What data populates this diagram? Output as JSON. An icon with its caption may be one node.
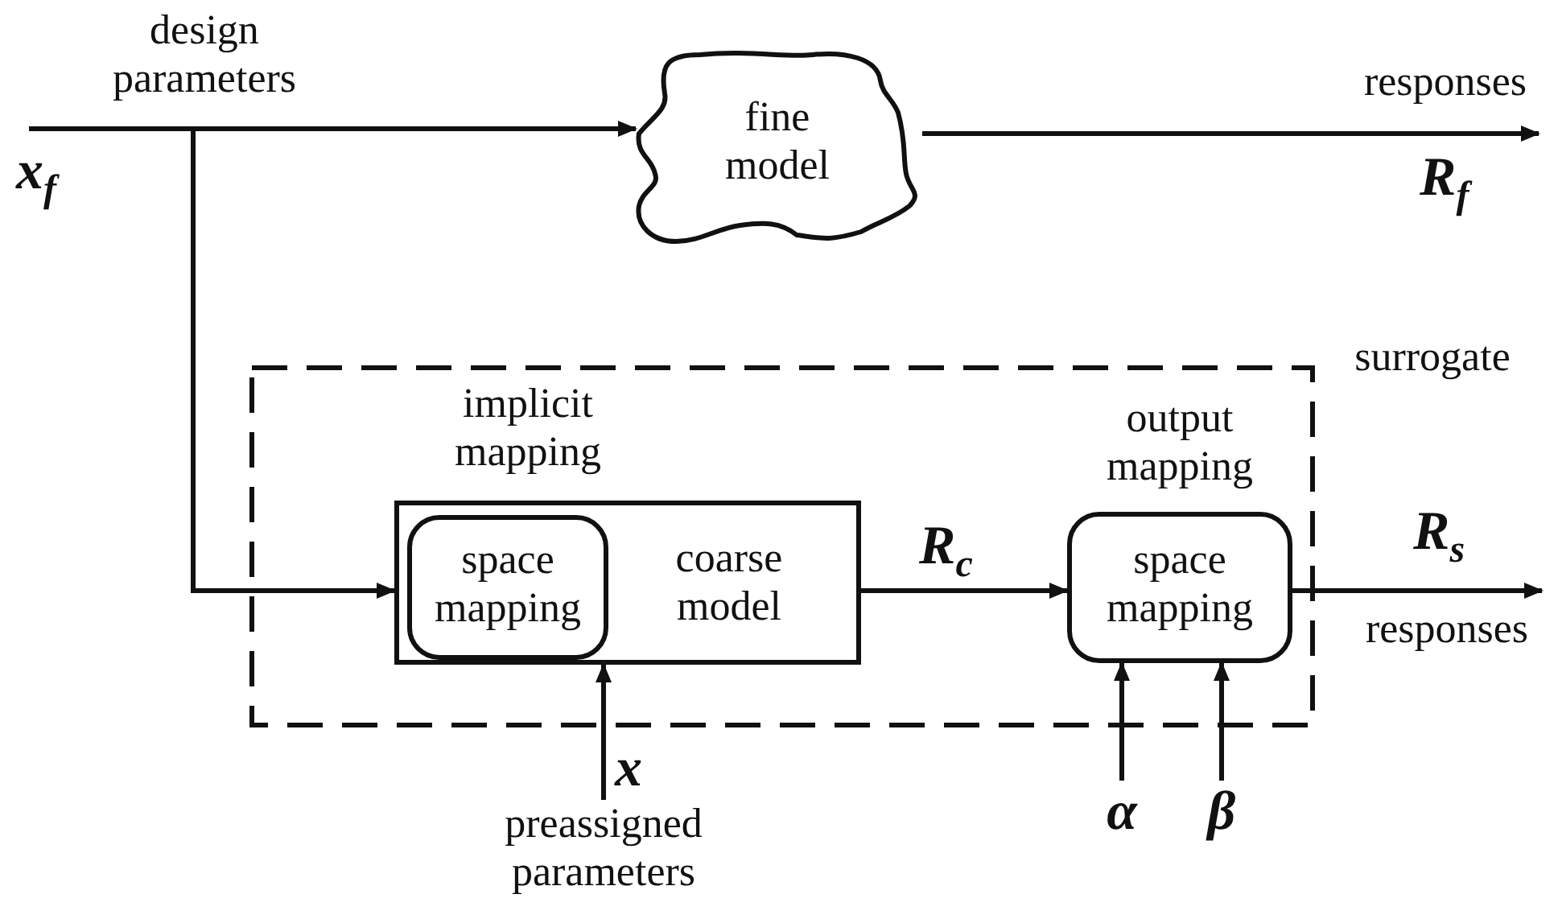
{
  "diagram": {
    "nodes": [
      {
        "text": [
          "fine model"
        ]
      },
      {
        "text": [
          "surrogate"
        ]
      },
      {
        "text": [
          "implicit mapping",
          "coarse model"
        ],
        "in": 1
      },
      {
        "text": [
          "space mapping"
        ],
        "in": 2
      },
      {
        "text": [
          "output mapping",
          "space mapping"
        ],
        "in": 1
      },
      {
        "text": [
          "preassigned parameters"
        ],
        "beside": [
          "x"
        ]
      },
      {
        "text": [
          "α"
        ]
      },
      {
        "text": [
          "β"
        ]
      }
    ],
    "edges": [
      {
        "from": null,
        "to": 0,
        "arrow": "to"
      },
      {
        "from": null,
        "to": 2,
        "arrow": "to"
      },
      {
        "from": 0,
        "to": null,
        "arrow": "to"
      },
      {
        "from": 2,
        "to": 4,
        "arrow": "to",
        "label": "R$_{c}$"
      },
      {
        "from": 4,
        "to": null,
        "arrow": "to"
      },
      {
        "from": 5,
        "to": 2,
        "arrow": "to"
      },
      {
        "from": 6,
        "to": 4,
        "arrow": "to"
      },
      {
        "from": 7,
        "to": 4,
        "arrow": "to"
      }
    ],
    "labels": [
      "design parameters",
      "x$_{f}$",
      "responses",
      "R$_{f}$",
      "R$_{s}$",
      "responses"
    ]
  }
}
